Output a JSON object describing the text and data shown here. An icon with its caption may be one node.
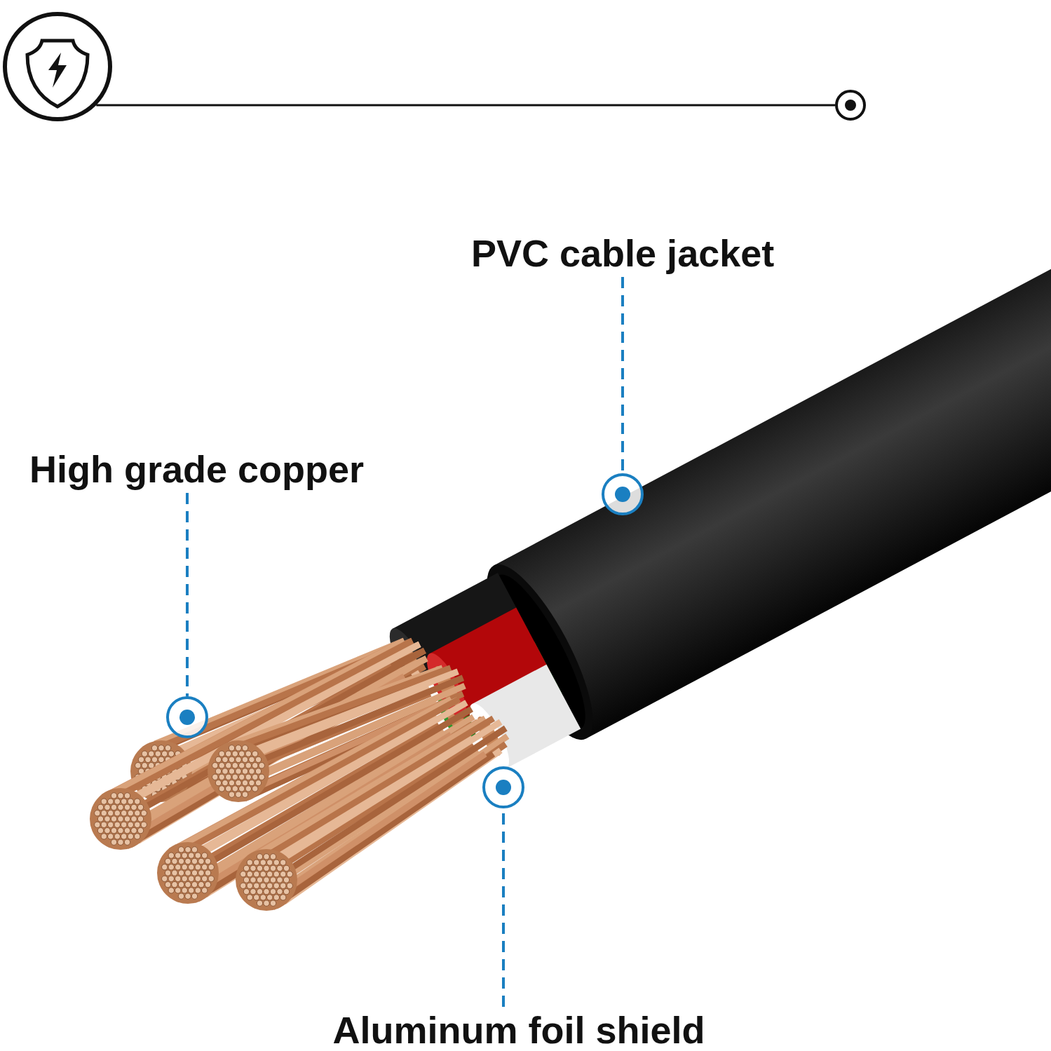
{
  "diagram": {
    "nodes": [
      {
        "text": [],
        "shape": "circle"
      },
      {
        "text": [],
        "shape": "circle"
      },
      {
        "text": [
          "PVC cable jacket"
        ]
      },
      {
        "text": [],
        "shape": "circle"
      },
      {
        "text": [
          "High grade copper"
        ]
      },
      {
        "text": [],
        "shape": "circle"
      },
      {
        "text": [],
        "shape": "circle"
      },
      {
        "text": [
          "Aluminum foil shield"
        ]
      }
    ],
    "edges": [
      {
        "from": 0,
        "to": 1,
        "arrow": "none",
        "color": "#111111"
      },
      {
        "from": 2,
        "to": 3,
        "arrow": "none",
        "style": "dashed",
        "color": "#1a7fc1"
      },
      {
        "from": 4,
        "to": 5,
        "arrow": "none",
        "style": "dashed",
        "color": "#1a7fc1"
      },
      {
        "from": 7,
        "to": 6,
        "arrow": "none",
        "style": "dashed",
        "color": "#1a7fc1"
      }
    ]
  }
}
